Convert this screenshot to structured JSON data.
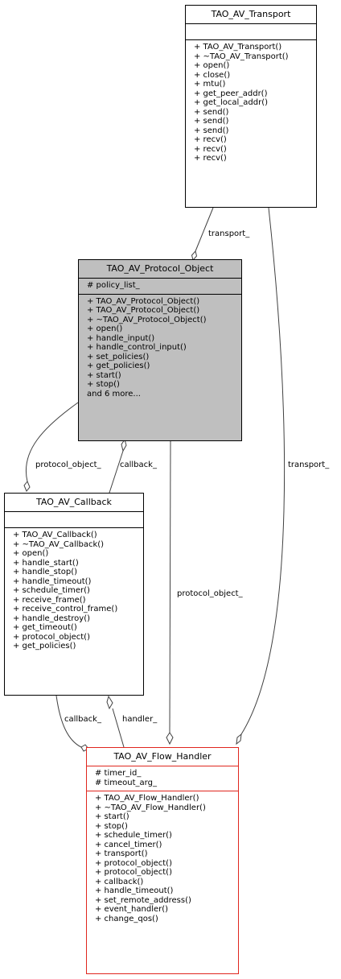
{
  "classes": {
    "transport": {
      "name": "TAO_AV_Transport",
      "attributes": [],
      "methods": [
        "+ TAO_AV_Transport()",
        "+ ~TAO_AV_Transport()",
        "+ open()",
        "+ close()",
        "+ mtu()",
        "+ get_peer_addr()",
        "+ get_local_addr()",
        "+ send()",
        "+ send()",
        "+ send()",
        "+ recv()",
        "+ recv()",
        "+ recv()"
      ]
    },
    "protocol_object": {
      "name": "TAO_AV_Protocol_Object",
      "attributes": [
        "# policy_list_"
      ],
      "methods": [
        "+ TAO_AV_Protocol_Object()",
        "+ TAO_AV_Protocol_Object()",
        "+ ~TAO_AV_Protocol_Object()",
        "+ open()",
        "+ handle_input()",
        "+ handle_control_input()",
        "+ set_policies()",
        "+ get_policies()",
        "+ start()",
        "+ stop()",
        "and 6 more..."
      ]
    },
    "callback": {
      "name": "TAO_AV_Callback",
      "attributes": [],
      "methods": [
        "+ TAO_AV_Callback()",
        "+ ~TAO_AV_Callback()",
        "+ open()",
        "+ handle_start()",
        "+ handle_stop()",
        "+ handle_timeout()",
        "+ schedule_timer()",
        "+ receive_frame()",
        "+ receive_control_frame()",
        "+ handle_destroy()",
        "+ get_timeout()",
        "+ protocol_object()",
        "+ get_policies()"
      ]
    },
    "flow_handler": {
      "name": "TAO_AV_Flow_Handler",
      "attributes": [
        "# timer_id_",
        "# timeout_arg_"
      ],
      "methods": [
        "+ TAO_AV_Flow_Handler()",
        "+ ~TAO_AV_Flow_Handler()",
        "+ start()",
        "+ stop()",
        "+ schedule_timer()",
        "+ cancel_timer()",
        "+ transport()",
        "+ protocol_object()",
        "+ protocol_object()",
        "+ callback()",
        "+ handle_timeout()",
        "+ set_remote_address()",
        "+ event_handler()",
        "+ change_qos()"
      ]
    }
  },
  "edge_labels": {
    "transport_to_protocol": "transport_",
    "protocol_to_callback_left": "protocol_object_",
    "protocol_to_callback_right": "callback_",
    "protocol_to_flow": "protocol_object_",
    "transport_to_flow": "transport_",
    "callback_to_flow_left": "callback_",
    "callback_to_flow_right": "handler_"
  },
  "colors": {
    "focus_fill": "#bfbfbf",
    "highlight_border": "#e0261e",
    "edge": "#404040"
  }
}
